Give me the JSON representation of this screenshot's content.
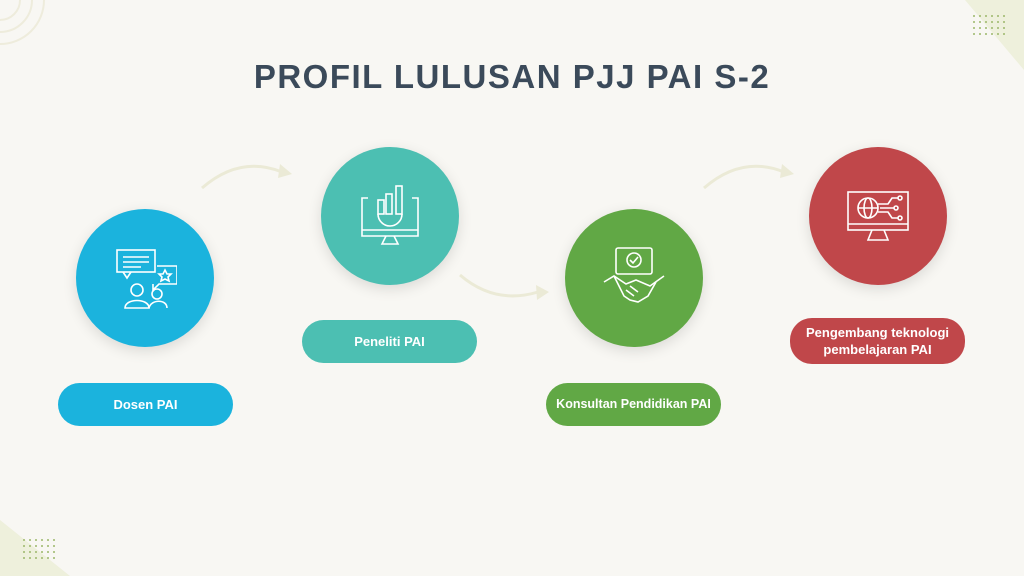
{
  "title": "PROFIL LULUSAN PJJ PAI S-2",
  "profiles": [
    {
      "label": "Dosen PAI",
      "icon": "discussion-people-icon",
      "color": "#1bb3dd"
    },
    {
      "label": "Peneliti PAI",
      "icon": "monitor-chart-gear-icon",
      "color": "#4cbfb2"
    },
    {
      "label": "Konsultan Pendidikan PAI",
      "icon": "handshake-check-icon",
      "color": "#61a845"
    },
    {
      "label_line1": "Pengembang teknologi",
      "label_line2": "pembelajaran PAI",
      "icon": "monitor-globe-circuit-icon",
      "color": "#c0474a"
    }
  ]
}
